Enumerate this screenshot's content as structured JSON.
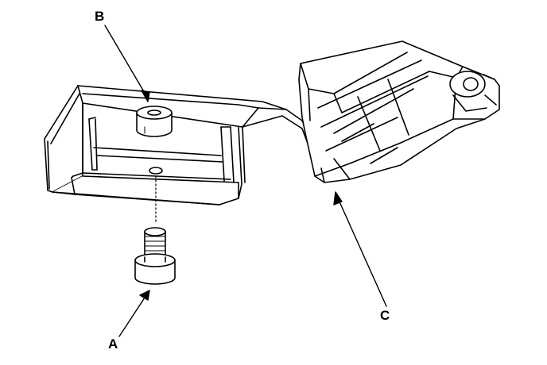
{
  "callouts": {
    "a": "A",
    "b": "B",
    "c": "C"
  },
  "colors": {
    "ink": "#000000",
    "paper": "#ffffff",
    "shade": "#e6e6e6"
  }
}
